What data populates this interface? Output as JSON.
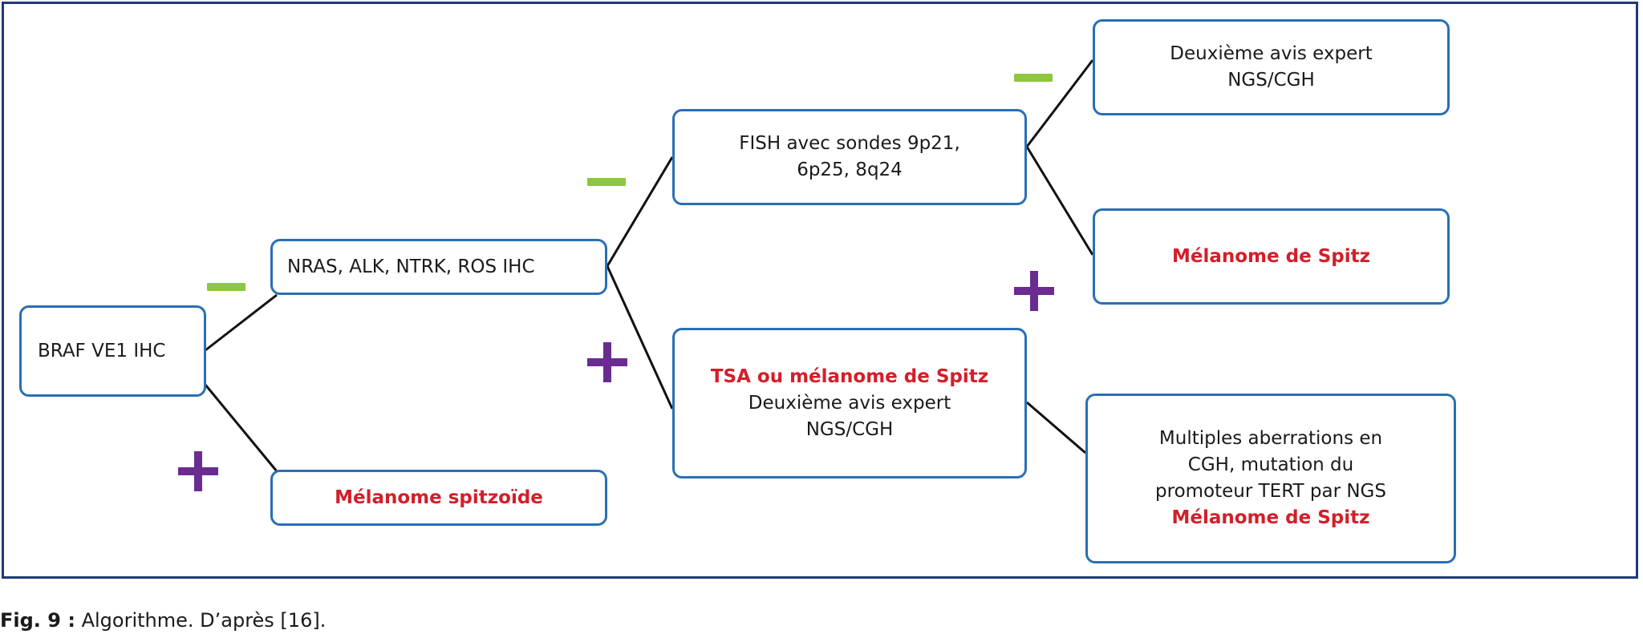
{
  "diagram": {
    "nodes": {
      "braf": {
        "lines": [
          "BRAF VE1 IHC"
        ]
      },
      "nras": {
        "lines": [
          "NRAS, ALK, NTRK, ROS IHC"
        ]
      },
      "spitzoide": {
        "lines": [
          "Mélanome spitzoïde"
        ]
      },
      "fish": {
        "lines": [
          "FISH avec sondes 9p21,",
          "6p25, 8q24"
        ]
      },
      "tsa": {
        "lines": [
          "TSA ou mélanome de Spitz",
          "Deuxième avis expert",
          "NGS/CGH"
        ]
      },
      "avis": {
        "lines": [
          "Deuxième avis expert",
          "NGS/CGH"
        ]
      },
      "spitz": {
        "lines": [
          "Mélanome de Spitz"
        ]
      },
      "multiples": {
        "lines": [
          "Multiples aberrations en",
          "CGH, mutation du",
          "promoteur TERT par NGS",
          "Mélanome de Spitz"
        ]
      }
    },
    "sign_colors": {
      "minus": "#8dc63f",
      "plus": "#6a2c91"
    },
    "colors": {
      "frame": "#1f3a7a",
      "box_border": "#2a6fb5",
      "highlight_text": "#d21f2a"
    }
  },
  "caption": {
    "label": "Fig. 9 :",
    "text": "Algorithme. D’après [16]."
  }
}
